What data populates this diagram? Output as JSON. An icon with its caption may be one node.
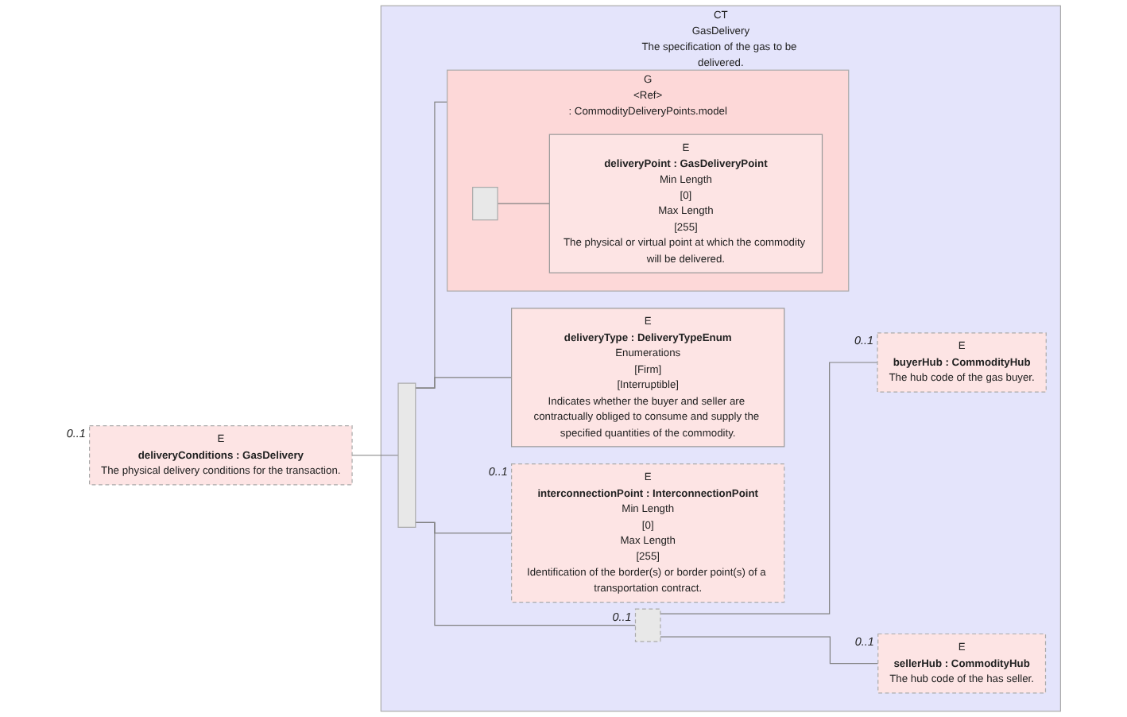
{
  "diagram": {
    "nodes": [
      {
        "text": [
          "E",
          "deliveryConditions : GasDelivery",
          "The physical delivery conditions for the transaction."
        ],
        "beside": [
          "0..1"
        ]
      },
      {
        "text": [
          "CT",
          "GasDelivery",
          "The specification of the gas to be delivered."
        ]
      },
      {
        "text": [],
        "shape": "bar",
        "in": 1
      },
      {
        "text": [
          "G",
          "<Ref>",
          ": CommodityDeliveryPoints.model"
        ],
        "in": 1
      },
      {
        "text": [],
        "shape": "box",
        "in": 3
      },
      {
        "text": [
          "E",
          "deliveryPoint : GasDeliveryPoint",
          "Min Length",
          "[0]",
          "Max Length",
          "[255]",
          "The physical or virtual point at which the commodity will be delivered."
        ],
        "in": 3
      },
      {
        "text": [
          "E",
          "deliveryType : DeliveryTypeEnum",
          "Enumerations",
          "[Firm]",
          "[Interruptible]",
          "Indicates whether the buyer and seller are contractually obliged to consume and supply the specified quantities of the commodity."
        ],
        "in": 1
      },
      {
        "text": [
          "E",
          "interconnectionPoint : InterconnectionPoint",
          "Min Length",
          "[0]",
          "Max Length",
          "[255]",
          "Identification of the border(s) or border point(s) of a transportation contract."
        ],
        "in": 1,
        "beside": [
          "0..1"
        ]
      },
      {
        "text": [],
        "shape": "box",
        "in": 1,
        "beside": [
          "0..1"
        ]
      },
      {
        "text": [
          "E",
          "buyerHub : CommodityHub",
          "The hub code of the gas buyer."
        ],
        "in": 1,
        "beside": [
          "0..1"
        ]
      },
      {
        "text": [
          "E",
          "sellerHub : CommodityHub",
          "The hub code of the has seller."
        ],
        "in": 1,
        "beside": [
          "0..1"
        ]
      }
    ],
    "edges": [
      {
        "from": 0,
        "to": 2,
        "arrow": "none"
      },
      {
        "from": 2,
        "to": 3,
        "arrow": "none"
      },
      {
        "from": 4,
        "to": 5,
        "arrow": "none"
      },
      {
        "from": 2,
        "to": 6,
        "arrow": "none"
      },
      {
        "from": 2,
        "to": 7,
        "arrow": "none"
      },
      {
        "from": 2,
        "to": 8,
        "arrow": "none"
      },
      {
        "from": 8,
        "to": 9,
        "arrow": "none"
      },
      {
        "from": 8,
        "to": 10,
        "arrow": "none"
      }
    ]
  }
}
